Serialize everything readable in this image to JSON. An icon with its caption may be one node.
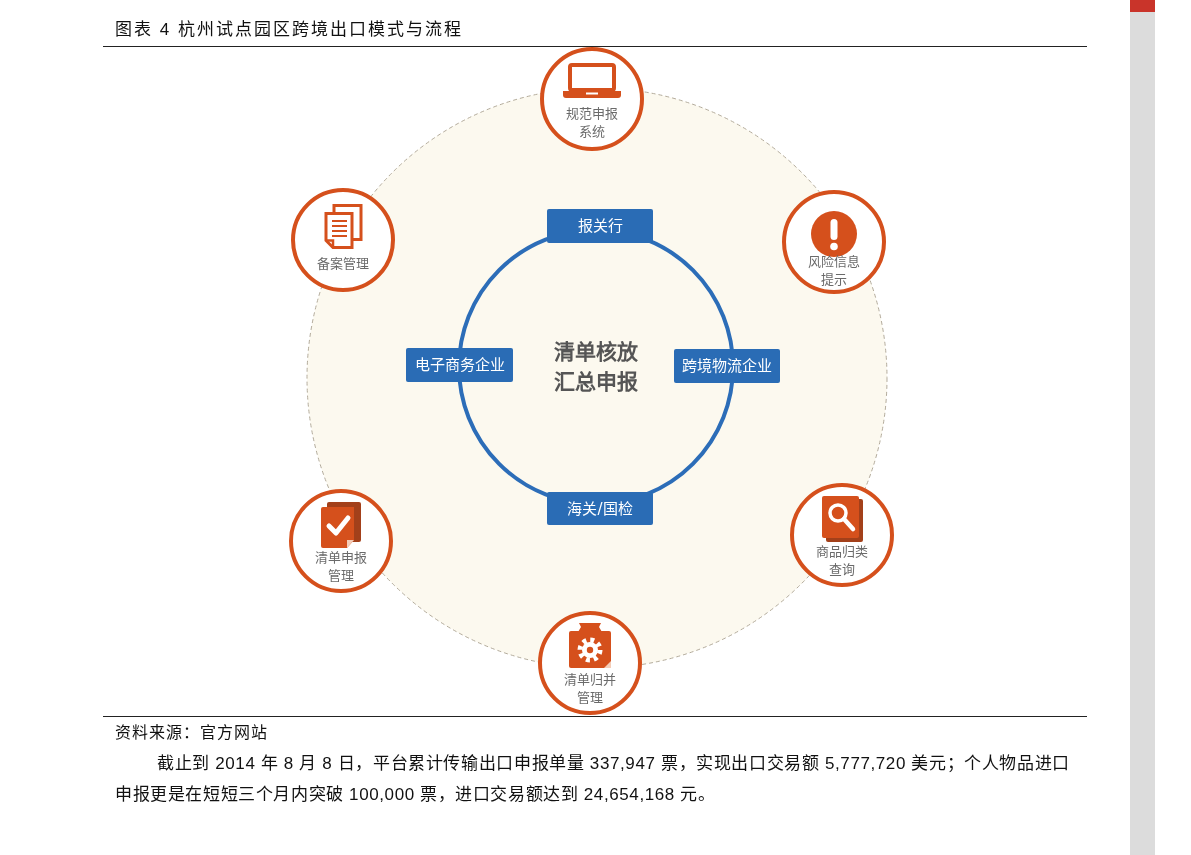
{
  "diagram": {
    "title": "图表 4 杭州试点园区跨境出口模式与流程",
    "nodes": [
      {
        "text": [
          "规范申报系统"
        ]
      },
      {
        "text": [
          "备案管理"
        ]
      },
      {
        "text": [
          "风险信息提示"
        ]
      },
      {
        "text": [
          "报关行"
        ]
      },
      {
        "text": [
          "电子商务企业"
        ]
      },
      {
        "text": [
          "清单核放汇总申报"
        ]
      },
      {
        "text": [
          "跨境物流企业"
        ]
      },
      {
        "text": [
          "海关/国检"
        ]
      },
      {
        "text": [
          "清单申报管理"
        ]
      },
      {
        "text": [
          "商品归类查询"
        ]
      },
      {
        "text": [
          "清单归并管理"
        ]
      }
    ],
    "labels": [
      "资料来源：官方网站",
      "截止到 2014 年 8 月 8 日，平台累计传输出口申报单量 337,947 票，实现出口交易额 5,777,720 美元；个人物品进口申报更是在短短三个月内突破 100,000 票，进口交易额达到 24,654,168 元。"
    ]
  }
}
